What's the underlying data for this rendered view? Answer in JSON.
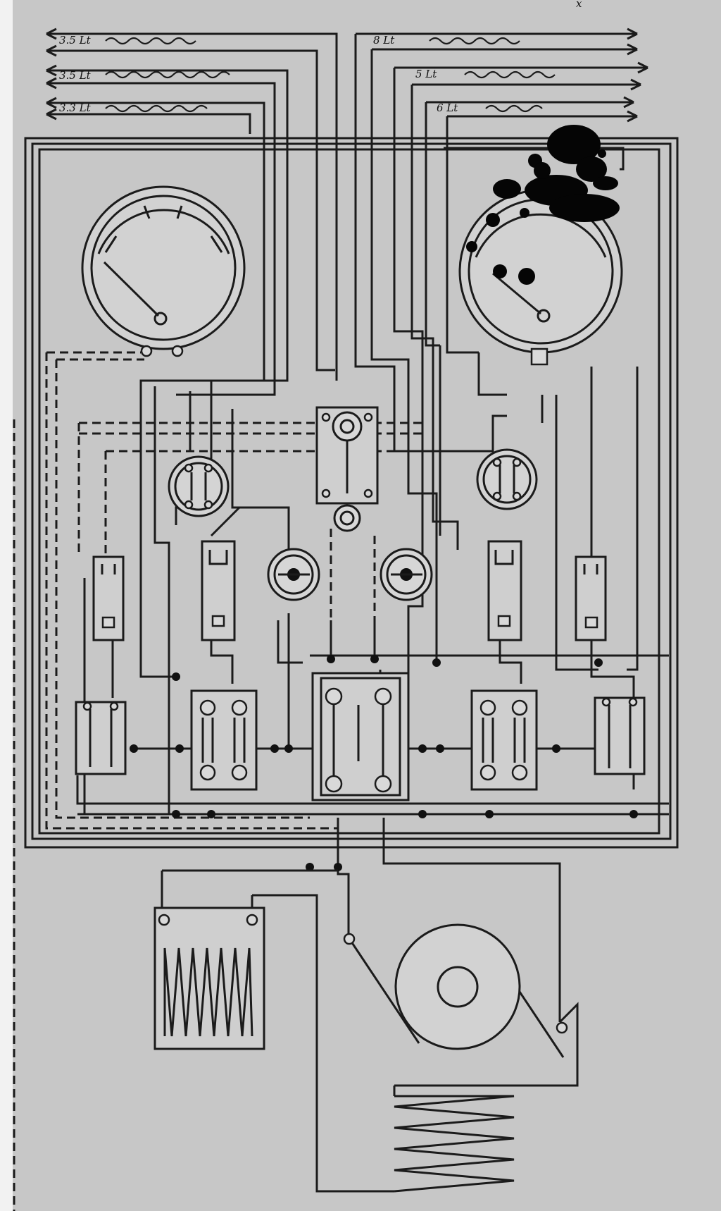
{
  "diagram": {
    "feeder_labels_left": [
      {
        "id": "feeder-1-left",
        "text": "3.5 Lt"
      },
      {
        "id": "feeder-2-left",
        "text": "3.5 Lt"
      },
      {
        "id": "feeder-3-left",
        "text": "3.3 Lt"
      }
    ],
    "feeder_labels_right": [
      {
        "id": "feeder-1-right",
        "text": "8 Lt"
      },
      {
        "id": "feeder-2-right",
        "text": "5 Lt"
      },
      {
        "id": "feeder-3-right",
        "text": "6 Lt"
      }
    ],
    "corner_mark": "x",
    "colors": {
      "paper": "#c7c7c7",
      "ink": "#1b1b1b"
    }
  }
}
